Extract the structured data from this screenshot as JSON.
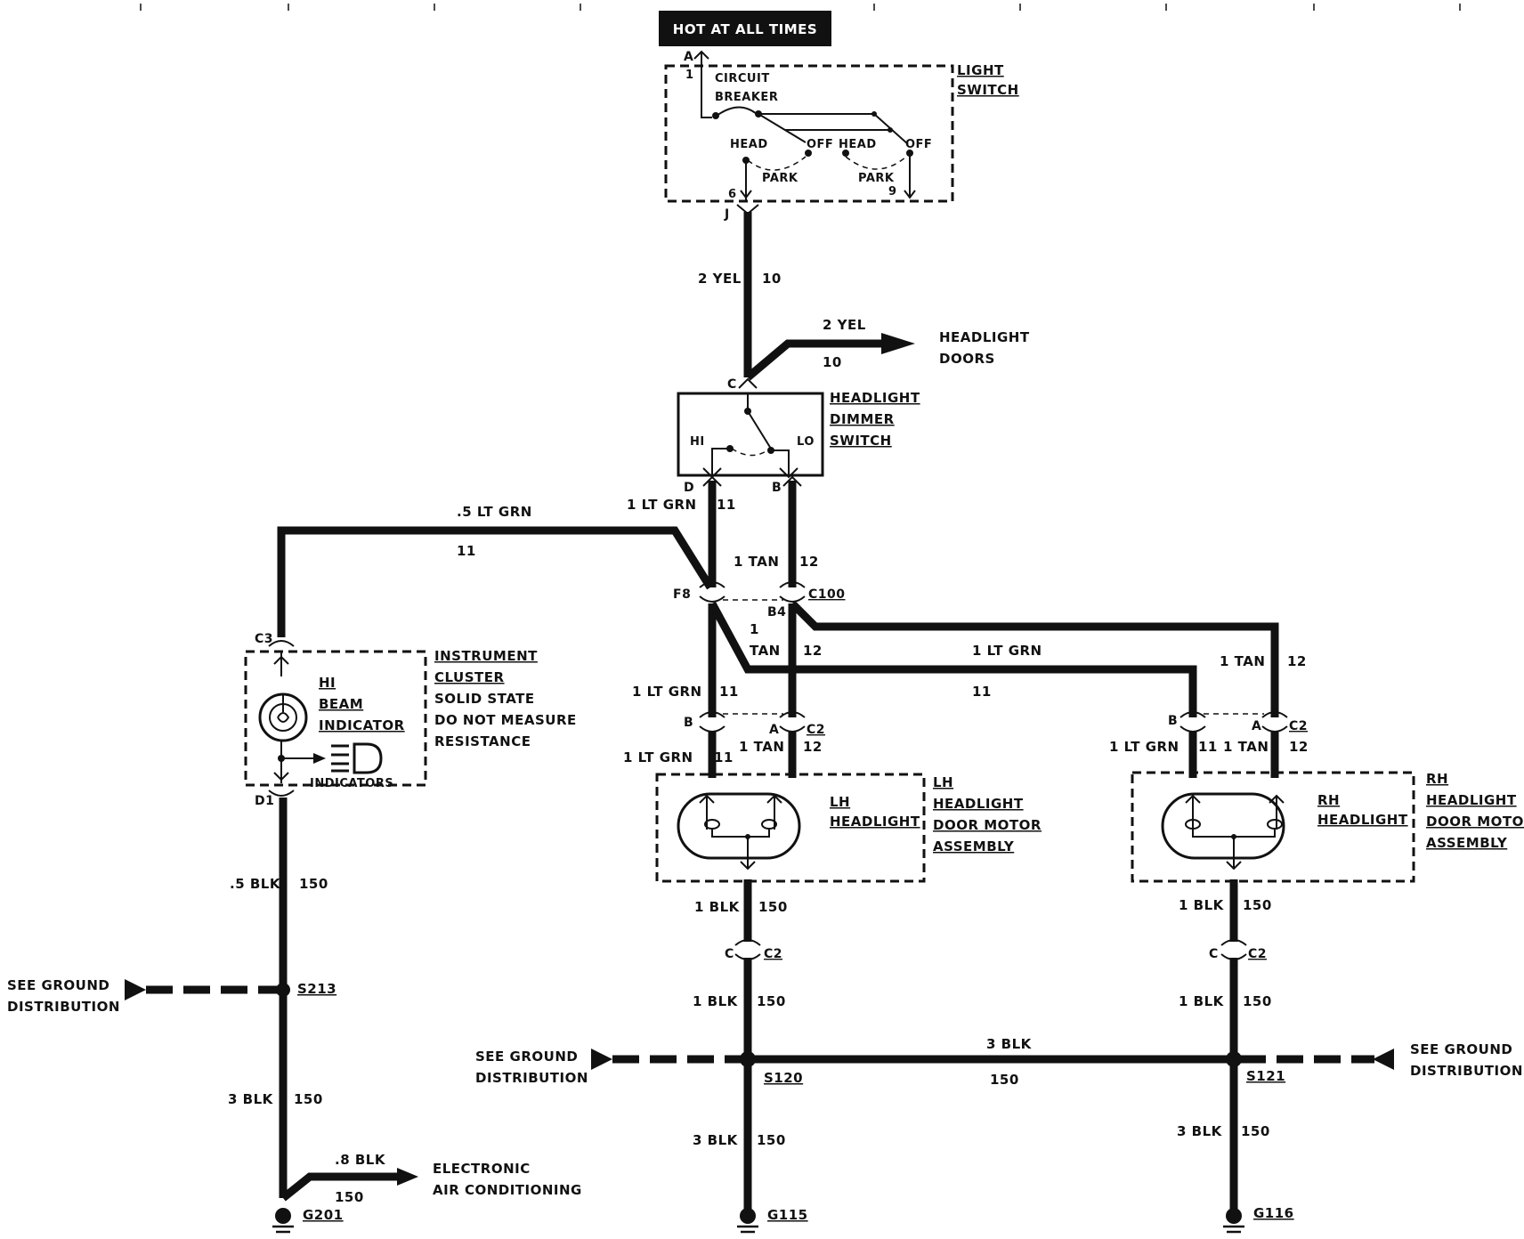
{
  "power": {
    "hot": "HOT AT ALL TIMES"
  },
  "light_switch": {
    "title_1": "LIGHT",
    "title_2": "SWITCH",
    "breaker_1": "CIRCUIT",
    "breaker_2": "BREAKER",
    "pin_a": "A",
    "pin_1": "1",
    "pin_6": "6",
    "pin_9": "9",
    "pin_j": "J",
    "head_l": "HEAD",
    "off_l": "OFF",
    "park_l": "PARK",
    "head_r": "HEAD",
    "off_r": "OFF",
    "park_r": "PARK"
  },
  "wires": {
    "w_2yel": "2 YEL",
    "w_10": "10",
    "w_2yel_b": "2 YEL",
    "w_10_b": "10",
    "door_1": "HEADLIGHT",
    "door_2": "DOORS",
    "w_5ltgrn": ".5 LT GRN",
    "w_11_a": "11",
    "w_1ltgrn_a": "1 LT GRN",
    "w_11_b": "11",
    "w_1tan_a": "1 TAN",
    "w_12_a": "12",
    "w_1_c": "1",
    "w_tan_c": "TAN",
    "w_12_c": "12",
    "w_1ltgrn_d": "1 LT GRN",
    "w_11_d": "11",
    "w_1tan_e": "1 TAN",
    "w_12_e": "12",
    "w_1ltgrn_f": "1 LT GRN",
    "w_11_f": "11",
    "w_1tan_g": "1 TAN",
    "w_12_g": "12",
    "w_1ltgrn_h": "1 LT GRN",
    "w_11_h": "11",
    "w_1ltgrn_i": "1 LT GRN",
    "w_11_i": "11",
    "w_1tan_i": "1 TAN",
    "w_12_i": "12"
  },
  "dimmer": {
    "title_1": "HEADLIGHT",
    "title_2": "DIMMER",
    "title_3": "SWITCH",
    "hi": "HI",
    "lo": "LO",
    "pin_c": "C",
    "pin_d": "D",
    "pin_b": "B"
  },
  "connectors": {
    "f8": "F8",
    "b4": "B4",
    "c100": "C100",
    "lh_b": "B",
    "lh_a": "A",
    "lh_c2": "C2",
    "rh_b": "B",
    "rh_a": "A",
    "rh_c2": "C2",
    "lh_c": "C",
    "lh_c2_b": "C2",
    "rh_c": "C",
    "rh_c2_b": "C2",
    "c3": "C3",
    "d1": "D1"
  },
  "cluster": {
    "title_1": "INSTRUMENT",
    "title_2": "CLUSTER",
    "note_1": "SOLID STATE",
    "note_2": "DO NOT MEASURE",
    "note_3": "RESISTANCE",
    "ind_1": "HI",
    "ind_2": "BEAM",
    "ind_3": "INDICATOR",
    "indicators": "INDICATORS"
  },
  "lh_assembly": {
    "lamp_1": "LH",
    "lamp_2": "HEADLIGHT",
    "title_1": "LH",
    "title_2": "HEADLIGHT",
    "title_3": "DOOR MOTOR",
    "title_4": "ASSEMBLY"
  },
  "rh_assembly": {
    "lamp_1": "RH",
    "lamp_2": "HEADLIGHT",
    "title_1": "RH",
    "title_2": "HEADLIGHT",
    "title_3": "DOOR MOTOR",
    "title_4": "ASSEMBLY"
  },
  "ground": {
    "lh_1blk_a": "1 BLK",
    "lh_150_a": "150",
    "lh_1blk_b": "1 BLK",
    "lh_150_b": "150",
    "rh_1blk_a": "1 BLK",
    "rh_150_a": "150",
    "rh_1blk_b": "1 BLK",
    "rh_150_b": "150",
    "cl_5blk": ".5 BLK",
    "cl_150": "150",
    "cl_3blk": "3 BLK",
    "cl_150_b": "150",
    "ac_8blk": ".8 BLK",
    "ac_150": "150",
    "ac_1": "ELECTRONIC",
    "ac_2": "AIR CONDITIONING",
    "bus_3blk": "3 BLK",
    "bus_150": "150",
    "lh_3blk": "3 BLK",
    "lh_150_c": "150",
    "rh_3blk": "3 BLK",
    "rh_150_c": "150",
    "see_l_1": "SEE GROUND",
    "see_l_2": "DISTRIBUTION",
    "see_m_1": "SEE GROUND",
    "see_m_2": "DISTRIBUTION",
    "see_r_1": "SEE GROUND",
    "see_r_2": "DISTRIBUTION",
    "s213": "S213",
    "s120": "S120",
    "s121": "S121",
    "g201": "G201",
    "g115": "G115",
    "g116": "G116"
  }
}
